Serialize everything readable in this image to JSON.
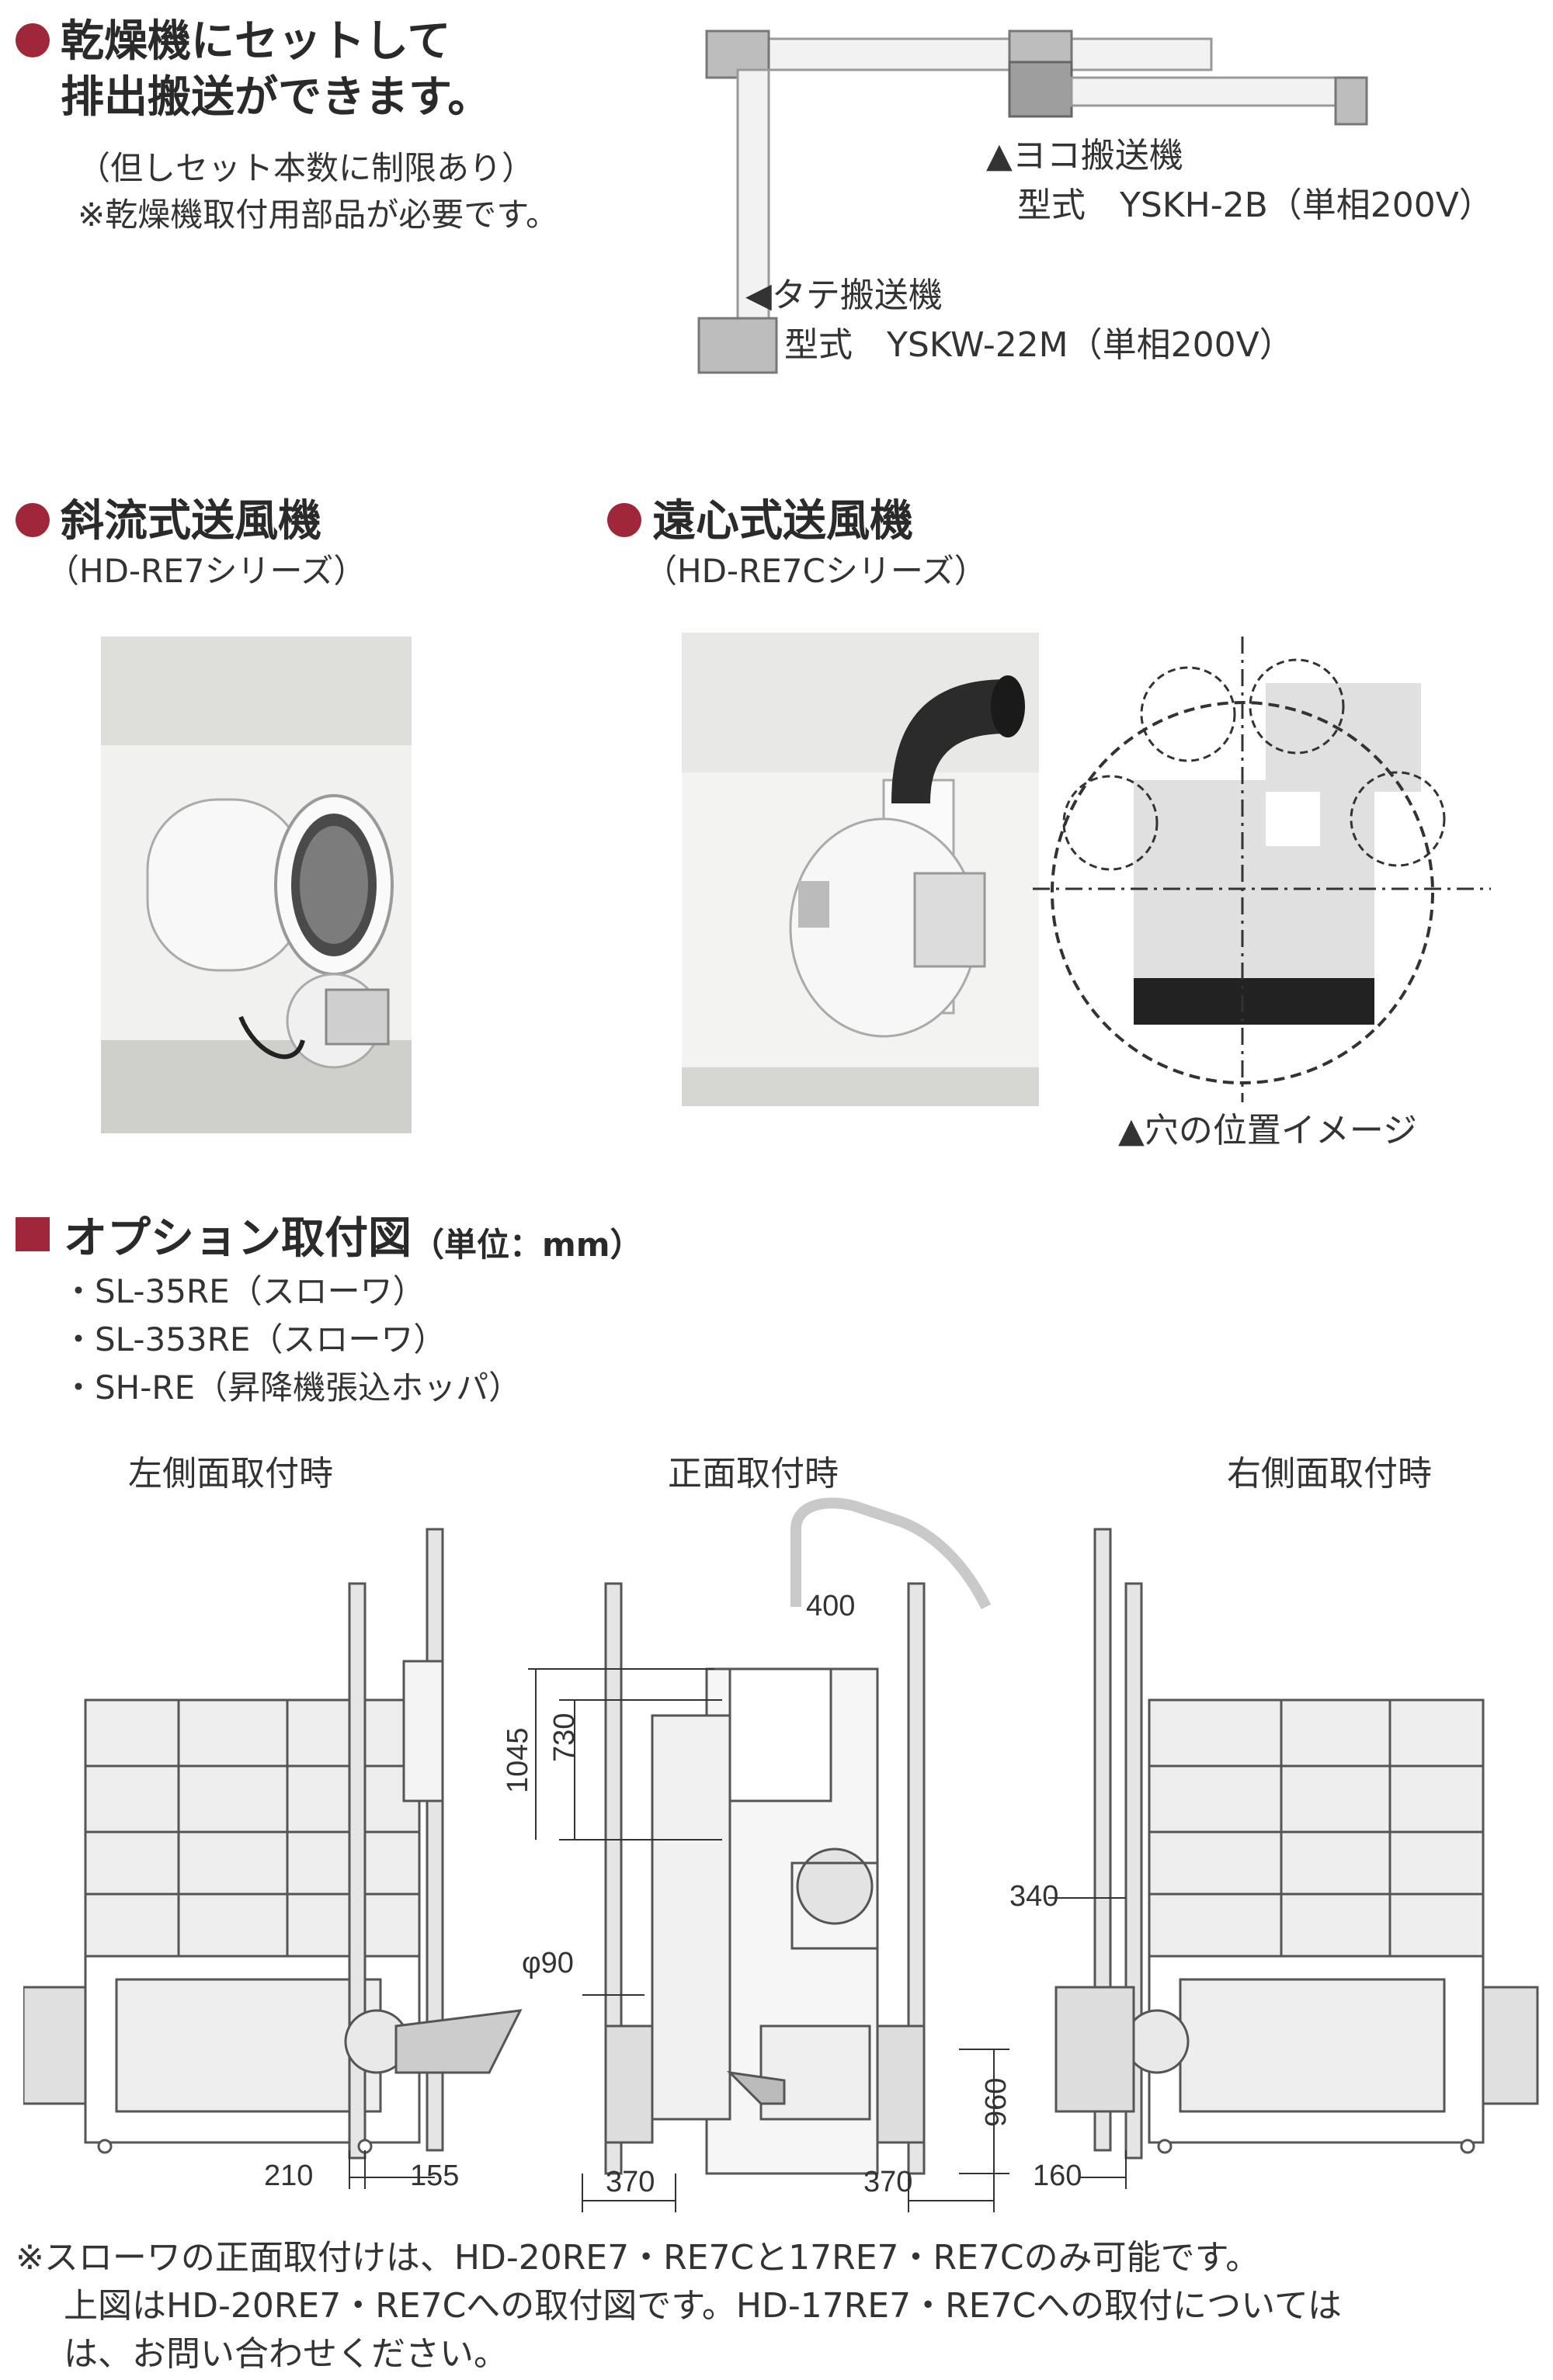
{
  "section1": {
    "heading_line1": "乾燥機にセットして",
    "heading_line2": "排出搬送ができます。",
    "note1": "（但しセット本数に制限あり）",
    "note2": "※乾燥機取付用部品が必要です。",
    "yoko_name": "▲ヨコ搬送機",
    "yoko_model": "型式　YSKH-2B（単相200V）",
    "tate_name": "◀タテ搬送機",
    "tate_model": "型式　YSKW-22M（単相200V）"
  },
  "section2": {
    "fan1_title": "斜流式送風機",
    "fan1_series": "（HD-RE7シリーズ）",
    "fan2_title": "遠心式送風機",
    "fan2_series": "（HD-RE7Cシリーズ）",
    "hole_caption": "▲穴の位置イメージ"
  },
  "section3": {
    "title": "オプション取付図",
    "unit": "（単位：mm）",
    "options": [
      "・SL-35RE（スローワ）",
      "・SL-353RE（スローワ）",
      "・SH-RE（昇降機張込ホッパ）"
    ],
    "view_left": "左側面取付時",
    "view_front": "正面取付時",
    "view_right": "右側面取付時",
    "dims": {
      "d210": "210",
      "d155": "155",
      "d400": "400",
      "d1045": "1045",
      "d730": "730",
      "d90": "φ90",
      "d960": "960",
      "d370a": "370",
      "d370b": "370",
      "d340": "340",
      "d160": "160"
    }
  },
  "footnote": {
    "line1": "※スローワの正面取付けは、HD-20RE7・RE7Cと17RE7・RE7Cのみ可能です。",
    "line2": "上図はHD-20RE7・RE7Cへの取付図です。HD-17RE7・RE7Cへの取付については",
    "line3": "は、お問い合わせください。"
  },
  "colors": {
    "accent": "#a0263a",
    "text": "#333333",
    "photo_bg": "#e6e6e4"
  }
}
